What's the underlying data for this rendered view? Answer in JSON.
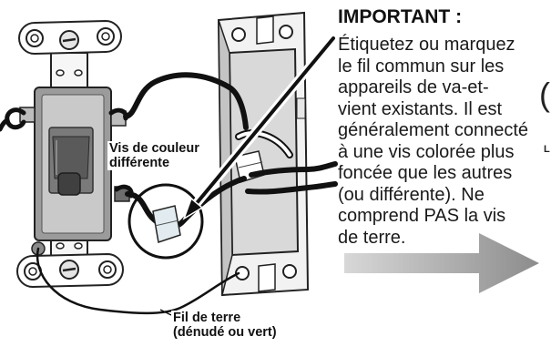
{
  "important": {
    "title": "IMPORTANT :",
    "lines": [
      "Étiquetez ou marquez",
      "le fil commun sur les",
      "appareils de va-et-",
      "vient existants. Il est",
      "généralement connecté",
      "à une vis colorée plus",
      "foncée que les autres",
      "(ou différente). Ne",
      "comprend PAS la vis",
      "de terre."
    ]
  },
  "callouts": {
    "colored_screw": {
      "line1": "Vis de couleur",
      "line2": "différente"
    },
    "ground_wire": {
      "line1": "Fil de terre",
      "line2": "(dénudé ou vert)"
    }
  },
  "cropped_edge": {
    "parenthesis": "(",
    "letter": "L"
  }
}
